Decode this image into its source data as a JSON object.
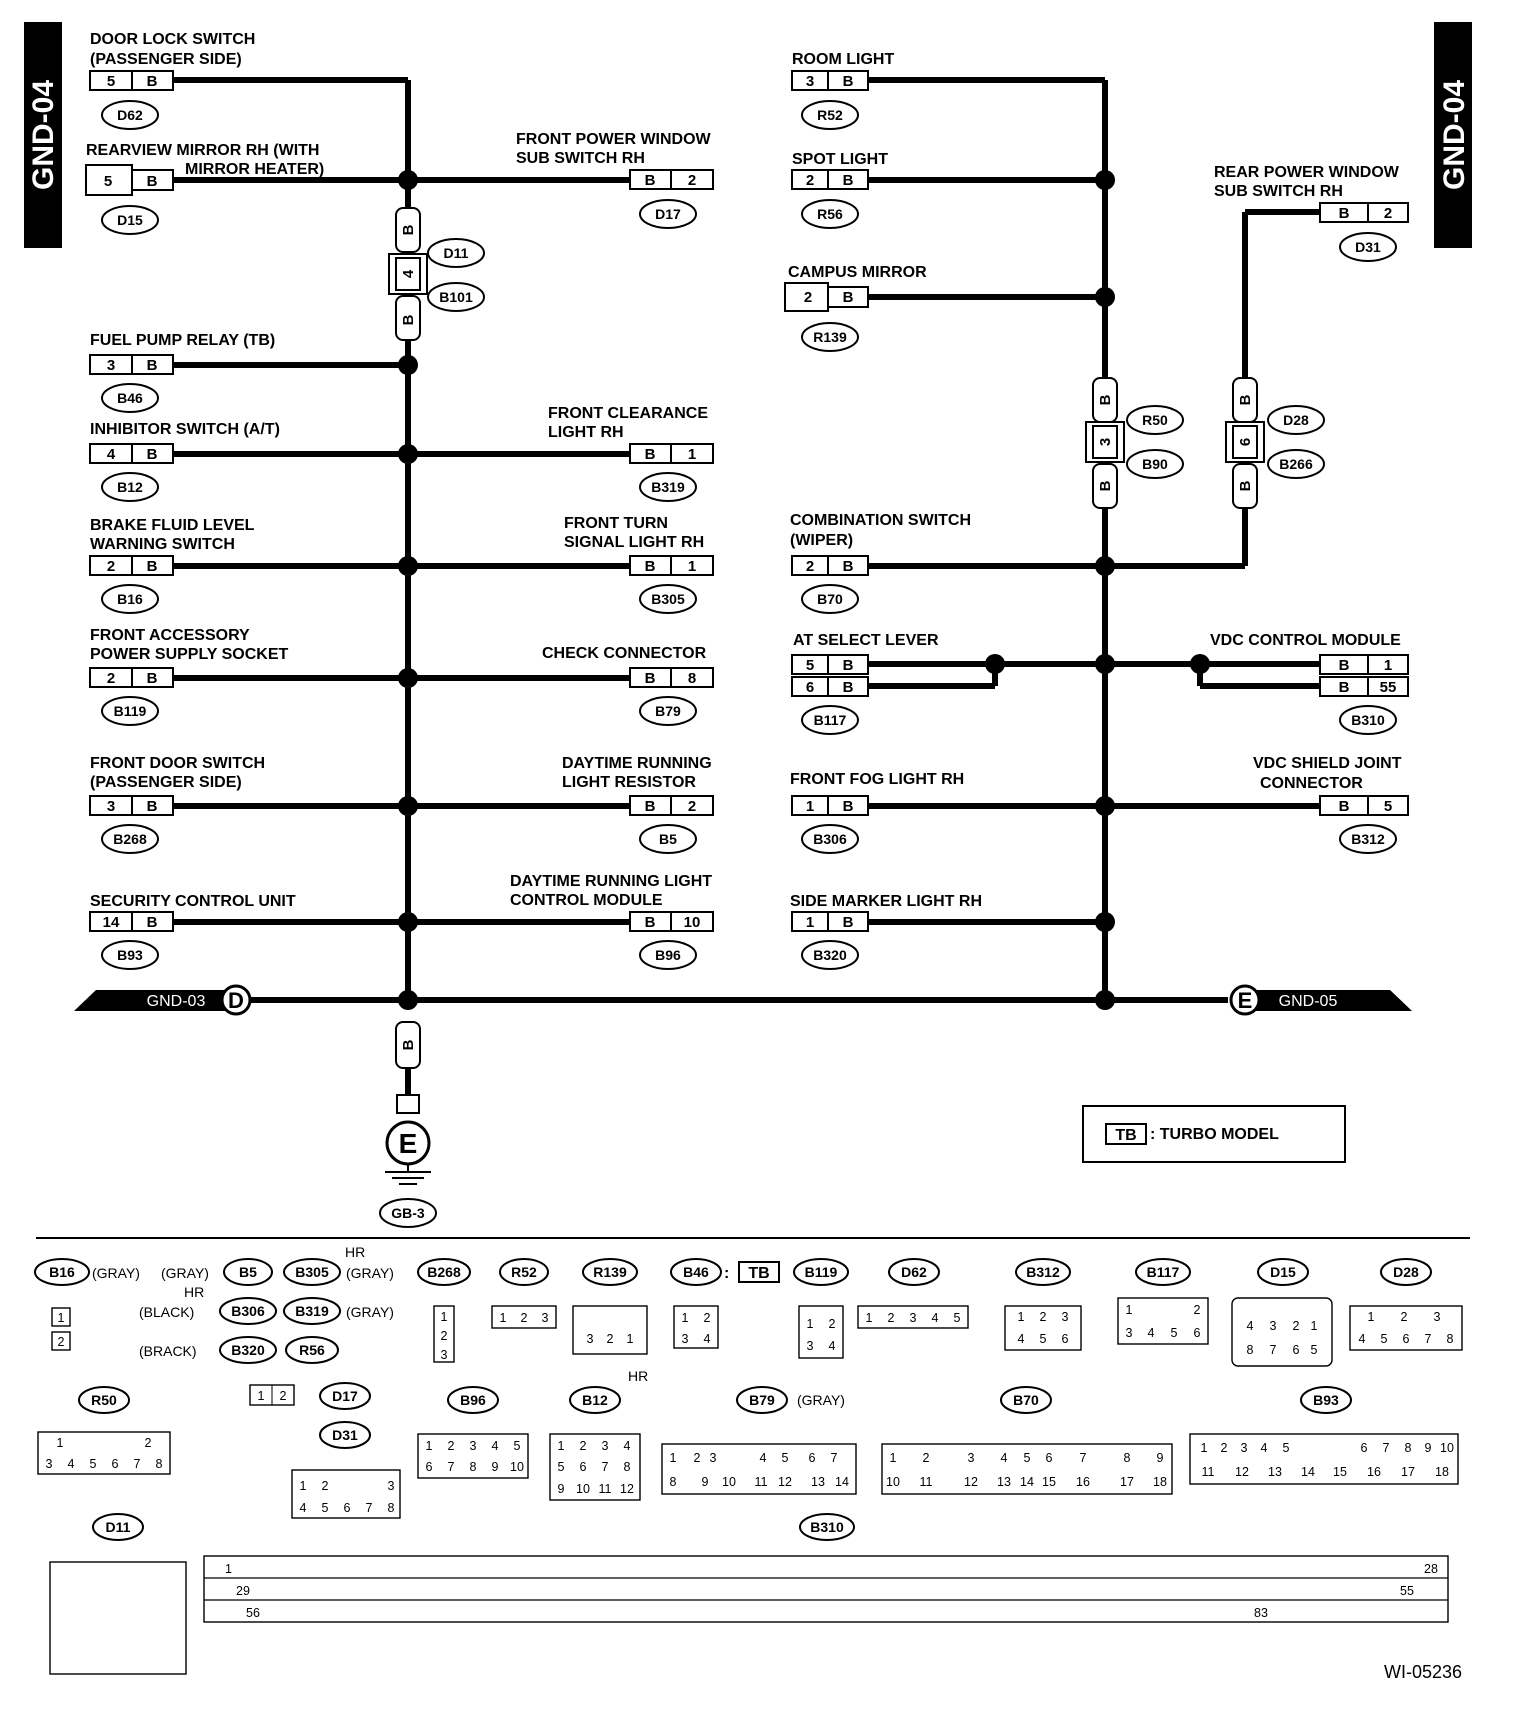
{
  "page": {
    "code": "GND-04",
    "figure_id": "WI-05236"
  },
  "left": [
    {
      "label1": "DOOR LOCK SWITCH",
      "label2": "(PASSENGER SIDE)",
      "pin": "5",
      "wire": "B",
      "conn": "D62"
    },
    {
      "label1": "REARVIEW MIRROR RH (WITH",
      "label2": "MIRROR HEATER)",
      "pin": "5",
      "wire": "B",
      "conn": "D15"
    },
    {
      "label1": "FUEL PUMP RELAY (TB)",
      "label2": "",
      "pin": "3",
      "wire": "B",
      "conn": "B46"
    },
    {
      "label1": "INHIBITOR SWITCH (A/T)",
      "label2": "",
      "pin": "4",
      "wire": "B",
      "conn": "B12"
    },
    {
      "label1": "BRAKE FLUID LEVEL",
      "label2": "WARNING SWITCH",
      "pin": "2",
      "wire": "B",
      "conn": "B16"
    },
    {
      "label1": "FRONT ACCESSORY",
      "label2": "POWER SUPPLY SOCKET",
      "pin": "2",
      "wire": "B",
      "conn": "B119"
    },
    {
      "label1": "FRONT DOOR SWITCH",
      "label2": "(PASSENGER SIDE)",
      "pin": "3",
      "wire": "B",
      "conn": "B268"
    },
    {
      "label1": "SECURITY CONTROL UNIT",
      "label2": "",
      "pin": "14",
      "wire": "B",
      "conn": "B93"
    }
  ],
  "center_right": [
    {
      "label1": "FRONT POWER WINDOW",
      "label2": "SUB SWITCH RH",
      "wire": "B",
      "pin": "2",
      "conn": "D17"
    },
    {
      "label1": "FRONT CLEARANCE",
      "label2": "LIGHT RH",
      "wire": "B",
      "pin": "1",
      "conn": "B319"
    },
    {
      "label1": "FRONT TURN",
      "label2": "SIGNAL LIGHT RH",
      "wire": "B",
      "pin": "1",
      "conn": "B305"
    },
    {
      "label1": "CHECK CONNECTOR",
      "label2": "",
      "wire": "B",
      "pin": "8",
      "conn": "B79"
    },
    {
      "label1": "DAYTIME RUNNING",
      "label2": "LIGHT RESISTOR",
      "wire": "B",
      "pin": "2",
      "conn": "B5"
    },
    {
      "label1": "DAYTIME RUNNING LIGHT",
      "label2": "CONTROL MODULE",
      "wire": "B",
      "pin": "10",
      "conn": "B96"
    }
  ],
  "right_left": [
    {
      "label1": "ROOM LIGHT",
      "label2": "",
      "pin": "3",
      "wire": "B",
      "conn": "R52"
    },
    {
      "label1": "SPOT LIGHT",
      "label2": "",
      "pin": "2",
      "wire": "B",
      "conn": "R56"
    },
    {
      "label1": "CAMPUS MIRROR",
      "label2": "",
      "pin": "2",
      "wire": "B",
      "conn": "R139"
    },
    {
      "label1": "COMBINATION SWITCH",
      "label2": "(WIPER)",
      "pin": "2",
      "wire": "B",
      "conn": "B70"
    },
    {
      "label1": "AT SELECT LEVER",
      "label2": "",
      "pin": "5",
      "pin2": "6",
      "wire": "B",
      "conn": "B117"
    },
    {
      "label1": "FRONT FOG LIGHT RH",
      "label2": "",
      "pin": "1",
      "wire": "B",
      "conn": "B306"
    },
    {
      "label1": "SIDE MARKER LIGHT RH",
      "label2": "",
      "pin": "1",
      "wire": "B",
      "conn": "B320"
    }
  ],
  "right_right": [
    {
      "label1": "REAR POWER WINDOW",
      "label2": "SUB SWITCH RH",
      "wire": "B",
      "pin": "2",
      "conn": "D31"
    },
    {
      "label1": "VDC CONTROL MODULE",
      "label2": "",
      "wire": "B",
      "pin": "1",
      "pin2": "55",
      "conn": "B310"
    },
    {
      "label1": "VDC SHIELD JOINT",
      "label2": "CONNECTOR",
      "wire": "B",
      "pin": "5",
      "conn": "B312"
    }
  ],
  "joints": {
    "j1": {
      "top": "B",
      "num": "4",
      "bottom": "B",
      "c1": "D11",
      "c2": "B101"
    },
    "j2": {
      "top": "B",
      "num": "3",
      "bottom": "B",
      "c1": "R50",
      "c2": "B90"
    },
    "j3": {
      "top": "B",
      "num": "6",
      "bottom": "B",
      "c1": "D28",
      "c2": "B266"
    }
  },
  "bus": {
    "left_ref": "GND-03",
    "left_letter": "D",
    "right_ref": "GND-05",
    "right_letter": "E"
  },
  "ground": {
    "wire": "B",
    "letter": "E",
    "conn": "GB-3"
  },
  "legend": {
    "code": "TB",
    "text": ": TURBO MODEL"
  },
  "connector_views": {
    "b16": "B16",
    "gray1": "(GRAY)",
    "gray2": "(GRAY)",
    "b5": "B5",
    "b305": "B305",
    "hr1": "HR",
    "gray3": "(GRAY)",
    "hr2": "HR",
    "black": "(BLACK)",
    "b306": "B306",
    "b319": "B319",
    "gray4": "(GRAY)",
    "brack": "(BRACK)",
    "b320": "B320",
    "r56": "R56",
    "b268": "B268",
    "r52": "R52",
    "r139": "R139",
    "b46": "B46",
    "colon": ":",
    "tb": "TB",
    "b119": "B119",
    "d62": "D62",
    "b312": "B312",
    "b117": "B117",
    "d15": "D15",
    "d28": "D28",
    "r50": "R50",
    "d17": "D17",
    "d31": "D31",
    "b96": "B96",
    "b12": "B12",
    "hr3": "HR",
    "b79": "B79",
    "gray5": "(GRAY)",
    "b70": "B70",
    "b93": "B93",
    "d11": "D11",
    "b310": "B310"
  }
}
